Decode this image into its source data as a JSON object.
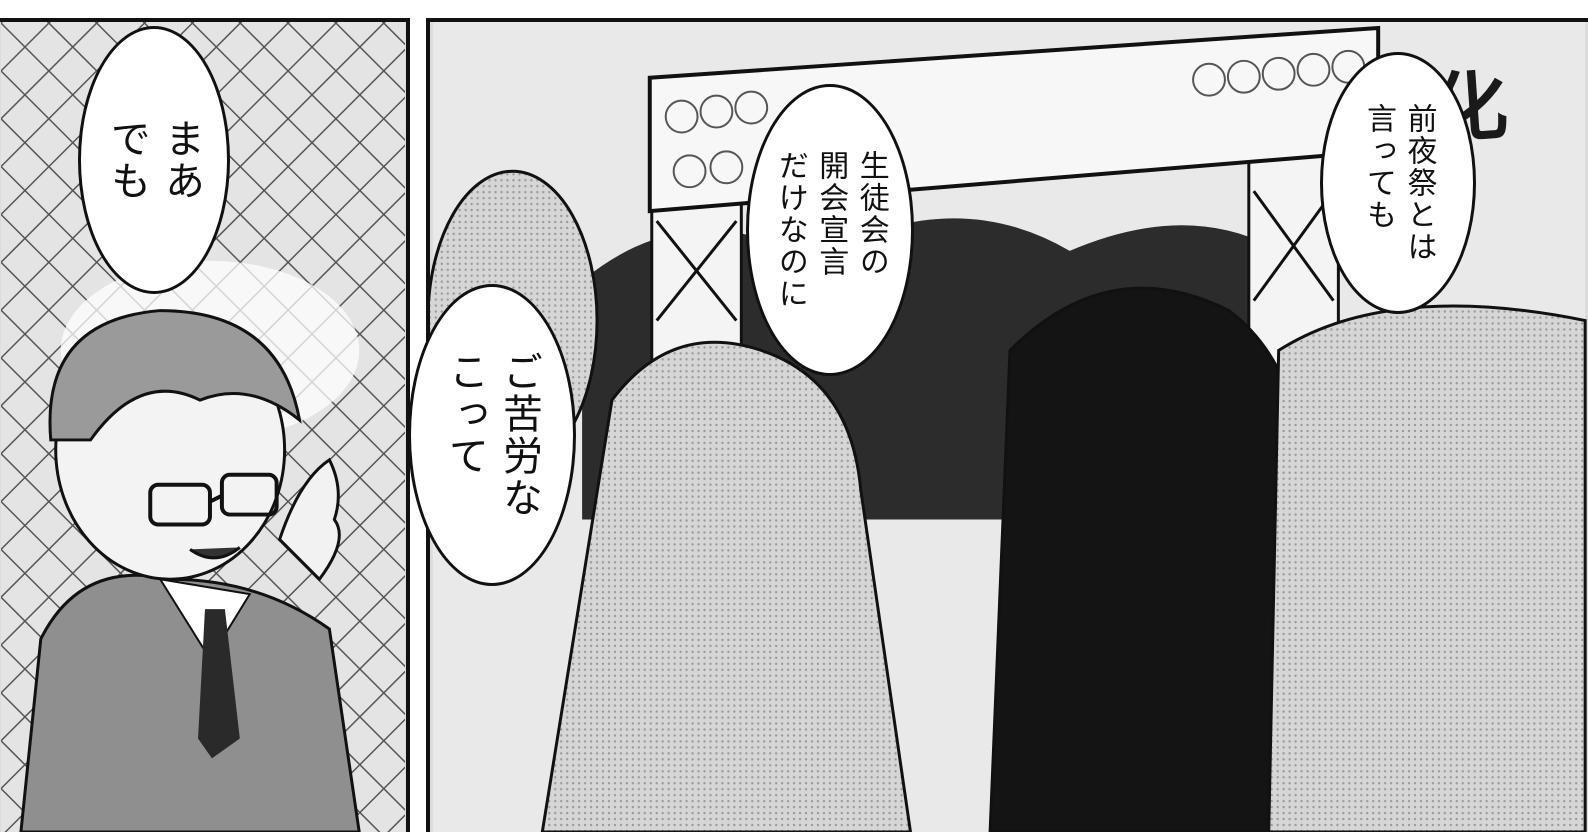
{
  "page": {
    "background": "#ffffff",
    "ink_color": "#111111",
    "screentone_color": "#dcdcdc"
  },
  "sign": {
    "title": "文化祭"
  },
  "dialogue": {
    "bubble_1": "まあ\nでも",
    "bubble_2": "ご苦労な\nこって",
    "bubble_3": "生徒会の\n開会宣言\nだけなのに",
    "bubble_4": "前夜祭とは\n言っても"
  }
}
